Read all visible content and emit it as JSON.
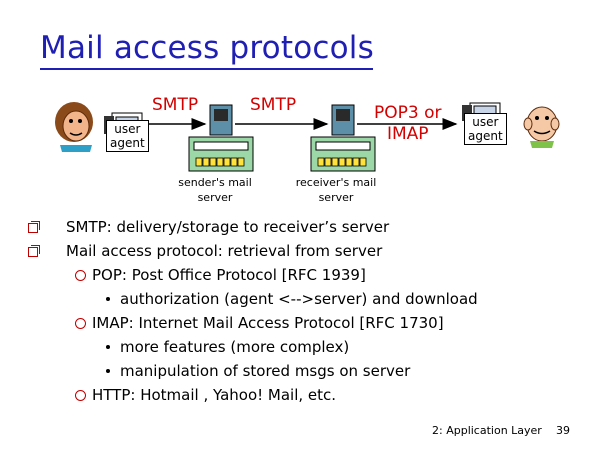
{
  "slide": {
    "title": "Mail access protocols",
    "footer": "2: Application Layer",
    "page_number": "39"
  },
  "diagram": {
    "left_agent": "user agent",
    "right_agent": "user agent",
    "left_agent_lines": [
      "user",
      "agent"
    ],
    "right_agent_lines": [
      "user",
      "agent"
    ],
    "protocol_1": "SMTP",
    "protocol_2": "SMTP",
    "protocol_3_lines": [
      "POP3 or",
      "IMAP"
    ],
    "sender_server_lines": [
      "sender's mail",
      "server"
    ],
    "receiver_server_lines": [
      "receiver's mail",
      "server"
    ],
    "protocol_color": "#d40000",
    "title_color": "#1f1fb4",
    "bullet_color": "#c00000"
  },
  "bullets": [
    {
      "level": 1,
      "text": "SMTP: delivery/storage to receiver’s server"
    },
    {
      "level": 1,
      "text": "Mail access protocol: retrieval from server"
    },
    {
      "level": 2,
      "text": "POP: Post Office Protocol [RFC 1939]"
    },
    {
      "level": 3,
      "text": "authorization (agent <-->server) and download"
    },
    {
      "level": 2,
      "text": "IMAP: Internet Mail Access Protocol [RFC 1730]"
    },
    {
      "level": 3,
      "text": "more features (more complex)"
    },
    {
      "level": 3,
      "text": "manipulation of stored msgs on server"
    },
    {
      "level": 2,
      "text": "HTTP: Hotmail , Yahoo! Mail, etc."
    }
  ]
}
